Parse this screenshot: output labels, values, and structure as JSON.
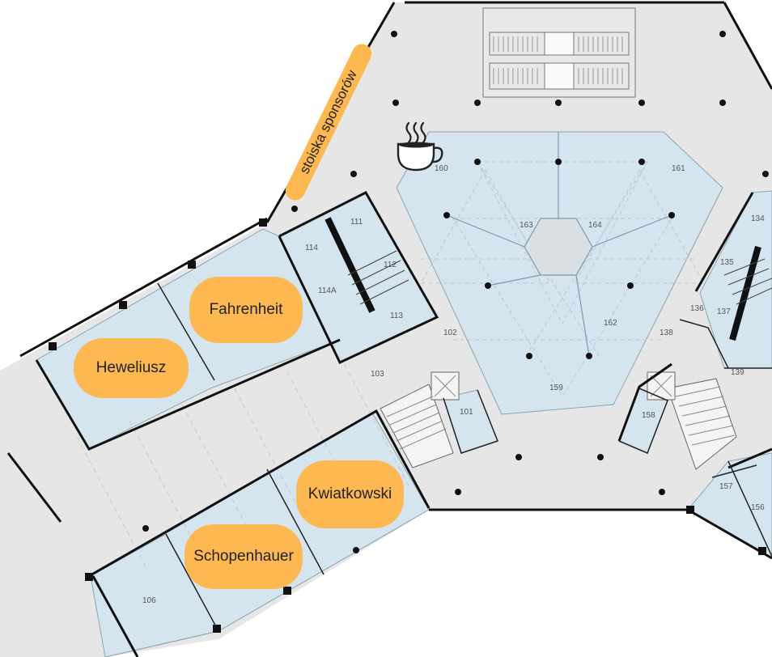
{
  "colors": {
    "room_fill": "#d4e5f0",
    "corridor_fill": "#e6e6e6",
    "wall": "#111111",
    "pill_fill": "#fdb851"
  },
  "halls": [
    {
      "key": "fahrenheit",
      "label": "Fahrenheit"
    },
    {
      "key": "heweliusz",
      "label": "Heweliusz"
    },
    {
      "key": "kwiatkowski",
      "label": "Kwiatkowski"
    },
    {
      "key": "schopenhauer",
      "label": "Schopenhauer"
    }
  ],
  "sponsor_area": {
    "label": "stoiska sponsorów"
  },
  "coffee_icon": "coffee-cup-icon",
  "rooms": {
    "r101": "101",
    "r102": "102",
    "r103": "103",
    "r106": "106",
    "r111": "111",
    "r112": "112",
    "r113": "113",
    "r114": "114",
    "r114a": "114A",
    "r134": "134",
    "r135": "135",
    "r136": "136",
    "r137": "137",
    "r138": "138",
    "r139": "139",
    "r156": "156",
    "r157": "157",
    "r158": "158",
    "r159": "159",
    "r160": "160",
    "r161": "161",
    "r162": "162",
    "r163": "163",
    "r164": "164"
  }
}
